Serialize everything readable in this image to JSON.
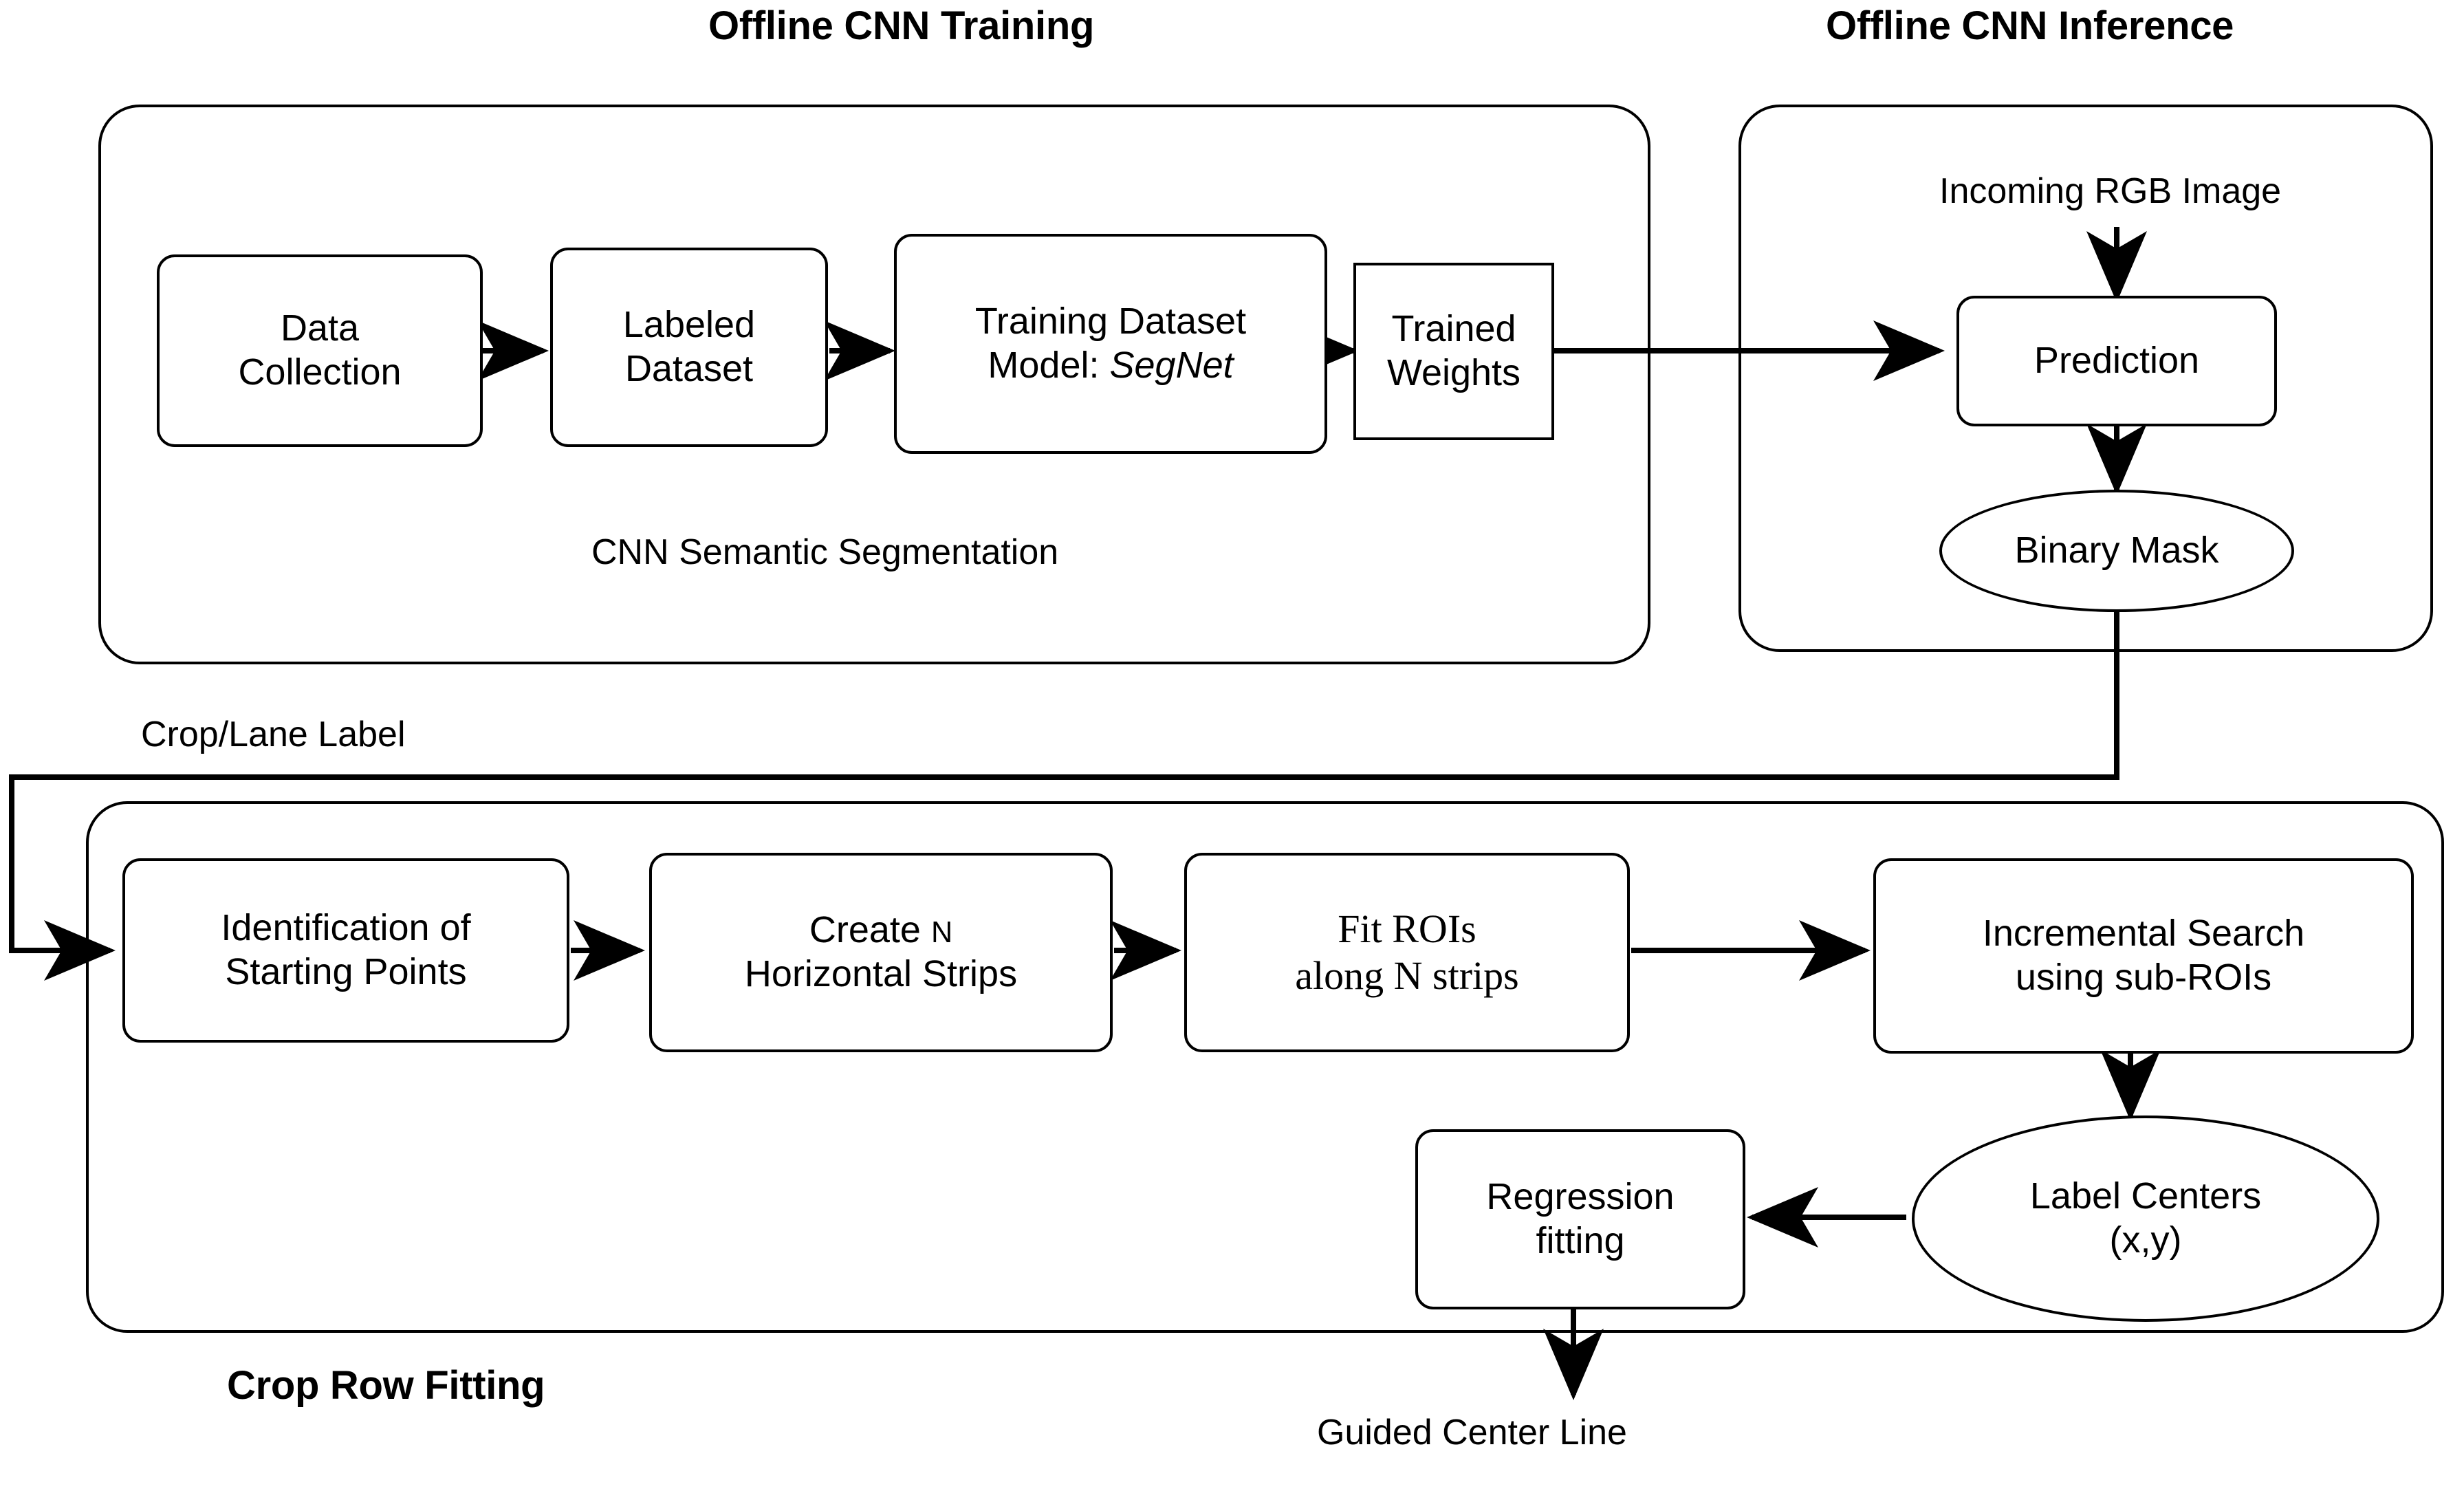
{
  "diagram": {
    "title_training": "Offline CNN Training",
    "title_inference": "Offline CNN Inference",
    "title_fitting": "Crop Row Fitting",
    "caption_segmentation": "CNN Semantic Segmentation",
    "label_crop_lane": "Crop/Lane Label",
    "label_incoming": "Incoming RGB Image",
    "label_output": "Guided Center Line"
  },
  "training": {
    "nodes": [
      {
        "id": "data-collection",
        "line1": "Data",
        "line2": "Collection"
      },
      {
        "id": "labeled-dataset",
        "line1": "Labeled",
        "line2": "Dataset"
      },
      {
        "id": "training-dataset",
        "line1": "Training Dataset",
        "line2a": "Model: ",
        "line2b": "SegNet"
      },
      {
        "id": "trained-weights",
        "line1": "Trained",
        "line2": "Weights"
      }
    ]
  },
  "inference": {
    "nodes": [
      {
        "id": "prediction",
        "line1": "Prediction"
      },
      {
        "id": "binary-mask",
        "line1": "Binary Mask"
      }
    ]
  },
  "fitting": {
    "nodes": [
      {
        "id": "identification-starting-points",
        "line1": "Identification of",
        "line2": "Starting Points"
      },
      {
        "id": "create-horizontal-strips",
        "line1a": "Create ",
        "line1n": "N",
        "line2": "Horizontal Strips"
      },
      {
        "id": "fit-rois",
        "line1": "Fit ROIs",
        "line2": "along N strips"
      },
      {
        "id": "incremental-search",
        "line1": "Incremental Search",
        "line2": "using sub-ROIs"
      },
      {
        "id": "label-centers",
        "line1": "Label Centers",
        "line2": "(x,y)"
      },
      {
        "id": "regression-fitting",
        "line1": "Regression",
        "line2": "fitting"
      }
    ]
  },
  "colors": {
    "stroke": "#000000",
    "background": "#ffffff"
  }
}
